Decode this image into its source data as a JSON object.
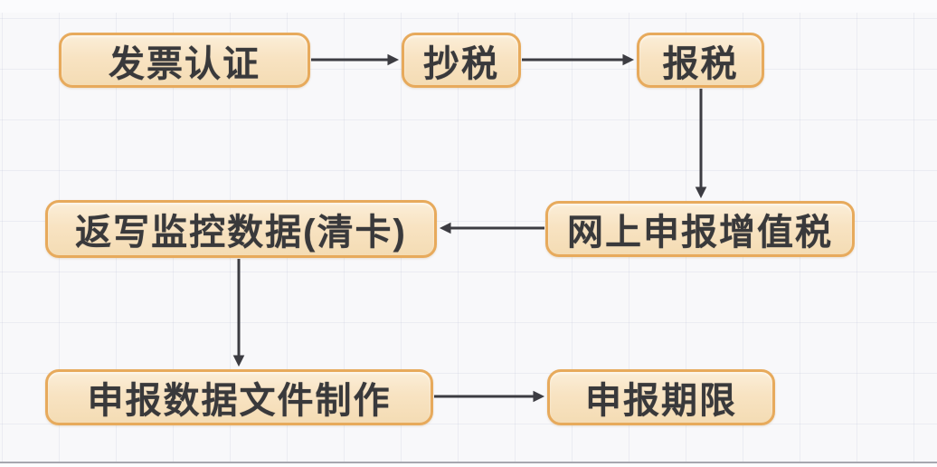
{
  "diagram": {
    "type": "flowchart",
    "language": "zh-CN",
    "topic": "tax filing process",
    "colors": {
      "node_fill_top": "#fbeed8",
      "node_fill_bottom": "#f4dcb4",
      "node_border": "#e7aa5c",
      "node_text": "#39393b",
      "arrow": "#3c3c42",
      "background": "#f8f8fa",
      "grid_line": "#e8eaf1",
      "bottom_rule": "#a7a7af"
    },
    "nodes": [
      {
        "id": "invoice-certification",
        "label": "发票认证"
      },
      {
        "id": "copy-tax",
        "label": "抄税"
      },
      {
        "id": "file-tax",
        "label": "报税"
      },
      {
        "id": "writeback-monitoring-data",
        "label": "返写监控数据(清卡)"
      },
      {
        "id": "online-vat-declaration",
        "label": "网上申报增值税"
      },
      {
        "id": "declaration-file-creation",
        "label": "申报数据文件制作"
      },
      {
        "id": "declaration-deadline",
        "label": "申报期限"
      }
    ],
    "edges": [
      {
        "from": "发票认证",
        "to": "抄税",
        "direction": "right"
      },
      {
        "from": "抄税",
        "to": "报税",
        "direction": "right"
      },
      {
        "from": "报税",
        "to": "网上申报增值税",
        "direction": "down"
      },
      {
        "from": "网上申报增值税",
        "to": "返写监控数据(清卡)",
        "direction": "left"
      },
      {
        "from": "返写监控数据(清卡)",
        "to": "申报数据文件制作",
        "direction": "down"
      },
      {
        "from": "申报数据文件制作",
        "to": "申报期限",
        "direction": "right"
      }
    ]
  }
}
